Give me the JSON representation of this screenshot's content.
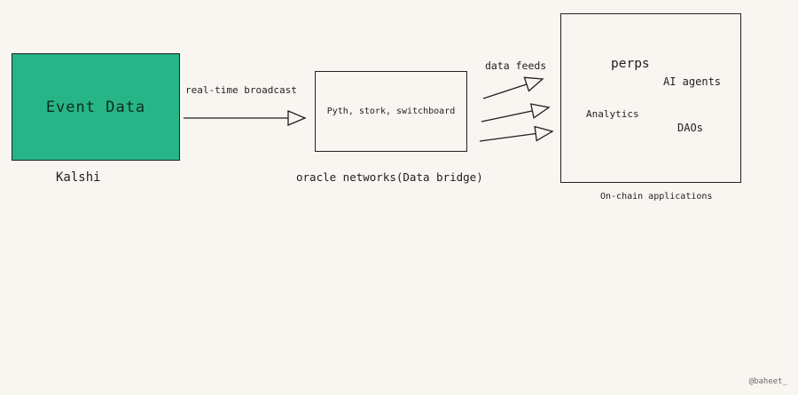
{
  "diagram": {
    "background_color": "#f9f5f0",
    "source": {
      "box_label": "Event Data",
      "caption": "Kalshi",
      "box_color": "#27b587"
    },
    "broadcast_arrow": {
      "label": "real-time broadcast"
    },
    "oracle": {
      "box_label": "Pyth, stork, switchboard",
      "caption": "oracle networks(Data bridge)"
    },
    "feeds_arrows": {
      "label": "data feeds"
    },
    "apps": {
      "items": [
        "perps",
        "AI agents",
        "Analytics",
        "DAOs"
      ],
      "caption": "On-chain applications"
    },
    "signature": "@baheet_"
  }
}
